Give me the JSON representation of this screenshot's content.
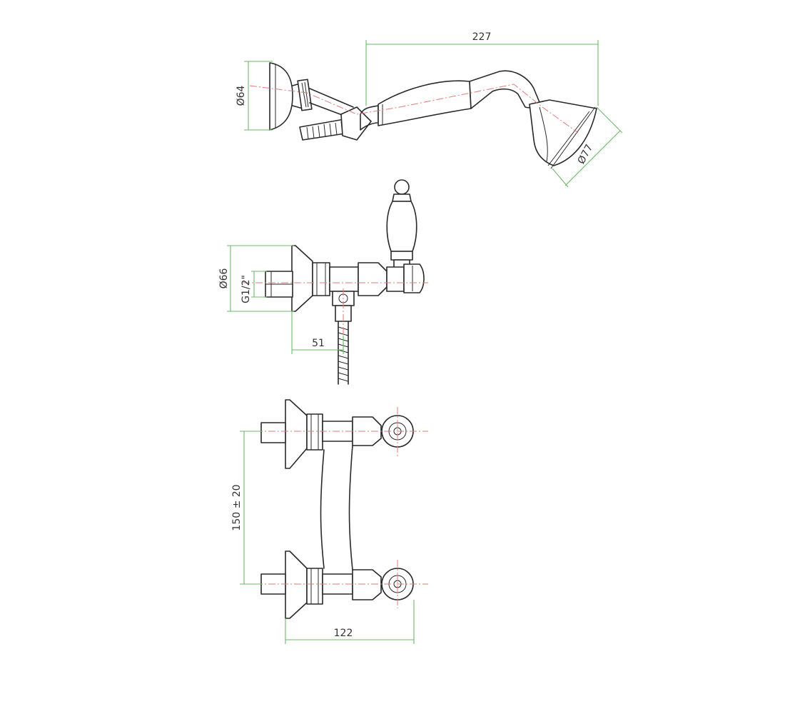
{
  "dimensions": {
    "handshower_length": "227",
    "holder_diameter": "Ø64",
    "shower_head_diameter": "Ø77",
    "flange_diameter": "Ø66",
    "thread_size": "G1/2\"",
    "outlet_offset": "51",
    "inlet_spacing": "150 ± 20",
    "body_depth": "122"
  },
  "colors": {
    "outline": "#2a2a2a",
    "dimension_lines": "#6db86d",
    "center_lines": "#e07a7a"
  }
}
